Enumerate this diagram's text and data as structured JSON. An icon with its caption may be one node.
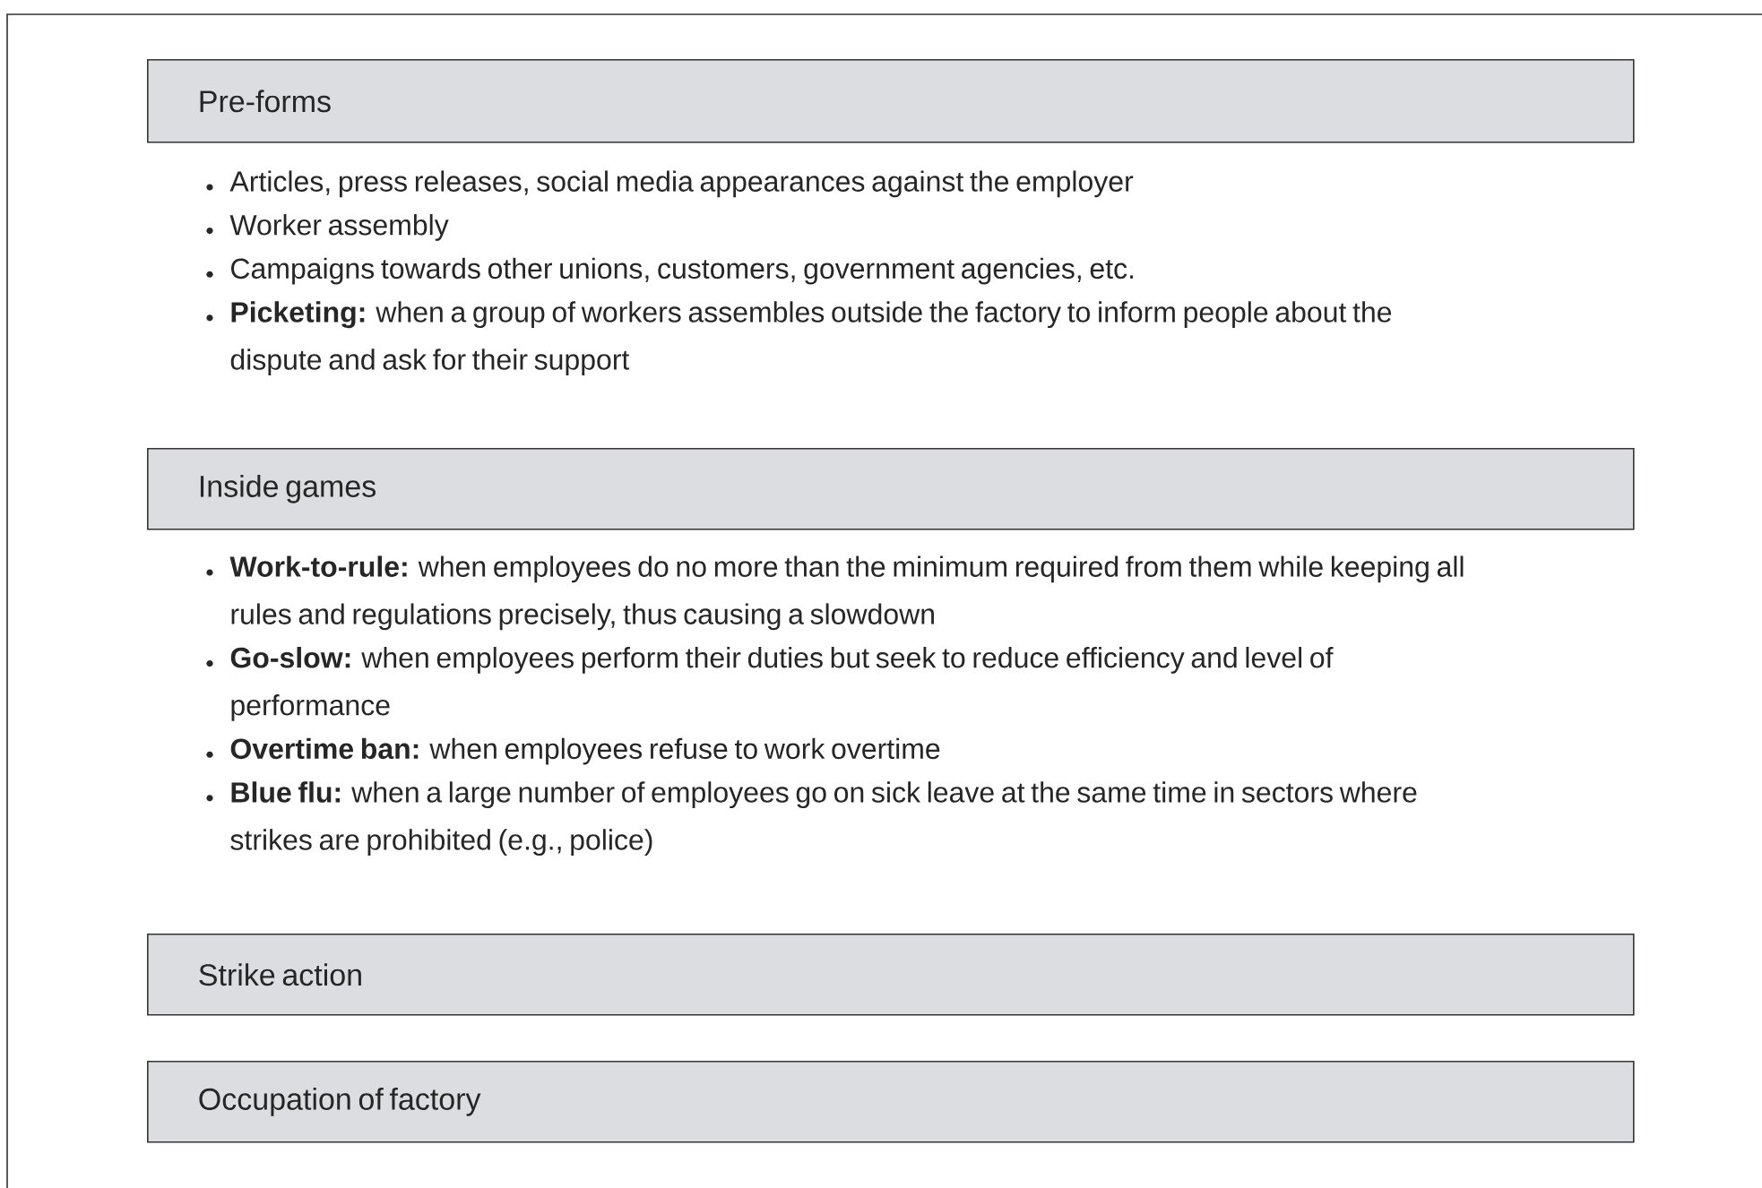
{
  "diagram": {
    "nodes": [
      {
        "text": [
          "Pre-forms"
        ]
      },
      {
        "text": [
          "Inside games"
        ]
      },
      {
        "text": [
          "Strike action"
        ]
      },
      {
        "text": [
          "Occupation of factory"
        ]
      }
    ],
    "labels": [
      "Articles, press releases, social media appearances against the employer",
      "Worker assembly",
      "Campaigns towards other unions, customers, government agencies, etc.",
      "**Picketing:** when a group of workers assembles outside the factory to inform people about the dispute and ask for their support",
      "**Work-to-rule:** when employees do no more than the minimum required from them while keeping all rules and regulations precisely, thus causing a slowdown",
      "**Go-slow:** when employees perform their duties but seek to reduce efficiency and level of performance",
      "**Overtime ban:** when employees refuse to work overtime",
      "**Blue flu:** when a large number of employees go on sick leave at the same time in sectors where strikes are prohibited (e.g., police)"
    ]
  }
}
